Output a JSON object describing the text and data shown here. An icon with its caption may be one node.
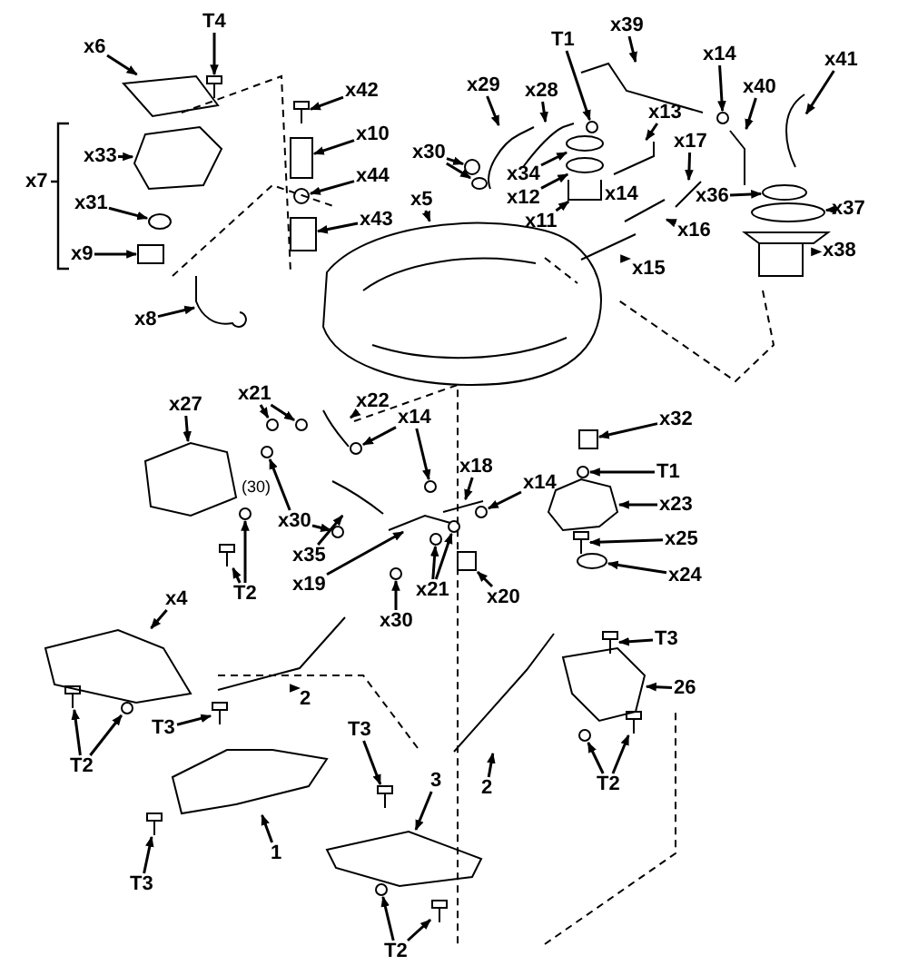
{
  "diagram": {
    "nodes": [
      {
        "text": [
          "T4"
        ]
      },
      {
        "text": [
          "x6"
        ]
      },
      {
        "text": [
          "x33"
        ]
      },
      {
        "text": [
          "x31"
        ]
      },
      {
        "text": [
          "x9"
        ]
      },
      {
        "text": [
          "x8"
        ]
      },
      {
        "text": [
          "x42"
        ]
      },
      {
        "text": [
          "x10"
        ]
      },
      {
        "text": [
          "x44"
        ]
      },
      {
        "text": [
          "x43"
        ]
      },
      {
        "text": [
          "x30"
        ]
      },
      {
        "text": [
          "x5"
        ]
      },
      {
        "text": [
          "x29"
        ]
      },
      {
        "text": [
          "x28"
        ]
      },
      {
        "text": [
          "T1"
        ]
      },
      {
        "text": [
          "x13"
        ]
      },
      {
        "text": [
          "x39"
        ]
      },
      {
        "text": [
          "x14"
        ]
      },
      {
        "text": [
          "x40"
        ]
      },
      {
        "text": [
          "x41"
        ]
      },
      {
        "text": [
          "x17"
        ]
      },
      {
        "text": [
          "x34"
        ]
      },
      {
        "text": [
          "x12"
        ]
      },
      {
        "text": [
          "x11"
        ]
      },
      {
        "text": [
          "x36"
        ]
      },
      {
        "text": [
          "x37"
        ]
      },
      {
        "text": [
          "x16"
        ]
      },
      {
        "text": [
          "x38"
        ]
      },
      {
        "text": [
          "x15"
        ]
      },
      {
        "text": [
          "x21"
        ]
      },
      {
        "text": [
          "x22"
        ]
      },
      {
        "text": [
          "x27"
        ]
      },
      {
        "text": [
          "x14"
        ]
      },
      {
        "text": [
          "x32"
        ]
      },
      {
        "text": [
          "x30"
        ]
      },
      {
        "text": [
          "x18"
        ]
      },
      {
        "text": [
          "T1"
        ]
      },
      {
        "text": [
          "x14"
        ]
      },
      {
        "text": [
          "x23"
        ]
      },
      {
        "text": [
          "x35"
        ]
      },
      {
        "text": [
          "x25"
        ]
      },
      {
        "text": [
          "T2"
        ]
      },
      {
        "text": [
          "x19"
        ]
      },
      {
        "text": [
          "x21"
        ]
      },
      {
        "text": [
          "x20"
        ]
      },
      {
        "text": [
          "x24"
        ]
      },
      {
        "text": [
          "x30"
        ]
      },
      {
        "text": [
          "x4"
        ]
      },
      {
        "text": [
          "T3"
        ]
      },
      {
        "text": [
          "26"
        ]
      },
      {
        "text": [
          "2"
        ]
      },
      {
        "text": [
          "T2"
        ]
      },
      {
        "text": [
          "T3"
        ]
      },
      {
        "text": [
          "T3"
        ]
      },
      {
        "text": [
          "T2"
        ]
      },
      {
        "text": [
          "2"
        ]
      },
      {
        "text": [
          "3"
        ]
      },
      {
        "text": [
          "1"
        ]
      },
      {
        "text": [
          "T3"
        ]
      },
      {
        "text": [
          "T2"
        ]
      },
      {
        "text": [],
        "shape": "picture"
      },
      {
        "text": [],
        "shape": "picture"
      },
      {
        "text": [],
        "shape": "picture"
      },
      {
        "text": [],
        "shape": "circle"
      },
      {
        "text": [],
        "shape": "box"
      },
      {
        "text": [],
        "shape": "picture"
      },
      {
        "text": [],
        "shape": "picture"
      },
      {
        "text": [],
        "shape": "box"
      },
      {
        "text": [],
        "shape": "circle"
      },
      {
        "text": [],
        "shape": "box"
      },
      {
        "text": [],
        "shape": "circle"
      },
      {
        "text": [],
        "shape": "circle"
      },
      {
        "text": [],
        "shape": "picture"
      },
      {
        "text": [],
        "shape": "picture"
      },
      {
        "text": [],
        "shape": "picture"
      },
      {
        "text": [],
        "shape": "circle"
      },
      {
        "text": [],
        "shape": "picture"
      },
      {
        "text": [],
        "shape": "picture"
      },
      {
        "text": [],
        "shape": "circle"
      },
      {
        "text": [],
        "shape": "picture"
      },
      {
        "text": [],
        "shape": "picture"
      },
      {
        "text": [],
        "shape": "picture"
      },
      {
        "text": [],
        "shape": "circle"
      },
      {
        "text": [],
        "shape": "circle"
      },
      {
        "text": [],
        "shape": "picture"
      },
      {
        "text": [],
        "shape": "circle"
      },
      {
        "text": [],
        "shape": "circle"
      },
      {
        "text": [],
        "shape": "picture"
      },
      {
        "text": [],
        "shape": "picture"
      },
      {
        "text": [],
        "shape": "picture"
      },
      {
        "text": [],
        "shape": "circle"
      },
      {
        "text": [],
        "shape": "circle"
      },
      {
        "text": [],
        "shape": "picture"
      },
      {
        "text": [],
        "shape": "picture"
      },
      {
        "text": [],
        "shape": "circle"
      },
      {
        "text": [],
        "shape": "circle"
      },
      {
        "text": [],
        "shape": "box"
      },
      {
        "text": [],
        "shape": "circle"
      },
      {
        "text": [],
        "shape": "circle"
      },
      {
        "text": [],
        "shape": "picture"
      },
      {
        "text": [],
        "shape": "circle"
      },
      {
        "text": [],
        "shape": "circle"
      },
      {
        "text": [],
        "shape": "picture"
      },
      {
        "text": [],
        "shape": "picture"
      },
      {
        "text": [],
        "shape": "picture"
      },
      {
        "text": [],
        "shape": "circle"
      },
      {
        "text": [],
        "shape": "picture"
      },
      {
        "text": [],
        "shape": "picture"
      },
      {
        "text": [],
        "shape": "circle"
      },
      {
        "text": [],
        "shape": "circle"
      },
      {
        "text": [],
        "shape": "box"
      },
      {
        "text": [],
        "shape": "circle"
      },
      {
        "text": [],
        "shape": "circle"
      },
      {
        "text": [],
        "shape": "picture"
      },
      {
        "text": [],
        "shape": "picture"
      },
      {
        "text": [],
        "shape": "picture"
      },
      {
        "text": [],
        "shape": "picture"
      },
      {
        "text": [],
        "shape": "picture"
      },
      {
        "text": [],
        "shape": "circle"
      },
      {
        "text": [],
        "shape": "picture"
      },
      {
        "text": [],
        "shape": "picture"
      },
      {
        "text": [],
        "shape": "circle"
      },
      {
        "text": [],
        "shape": "picture"
      },
      {
        "text": [],
        "shape": "picture"
      },
      {
        "text": [],
        "shape": "picture"
      },
      {
        "text": [],
        "shape": "picture"
      },
      {
        "text": [],
        "shape": "picture"
      },
      {
        "text": [],
        "shape": "circle"
      },
      {
        "text": [],
        "shape": "picture"
      }
    ],
    "edges": [
      {
        "from": 0,
        "to": 60,
        "arrow": "to"
      },
      {
        "from": 1,
        "to": 61,
        "arrow": "to"
      },
      {
        "from": 2,
        "to": 62,
        "arrow": "to"
      },
      {
        "from": 3,
        "to": 63,
        "arrow": "to"
      },
      {
        "from": 4,
        "to": 64,
        "arrow": "to"
      },
      {
        "from": 5,
        "to": 65,
        "arrow": "to"
      },
      {
        "from": 6,
        "to": 66,
        "arrow": "to"
      },
      {
        "from": 7,
        "to": 67,
        "arrow": "to"
      },
      {
        "from": 8,
        "to": 68,
        "arrow": "to"
      },
      {
        "from": 9,
        "to": 69,
        "arrow": "to"
      },
      {
        "from": 10,
        "to": 70,
        "arrow": "to"
      },
      {
        "from": 10,
        "to": 71,
        "arrow": "to"
      },
      {
        "from": 11,
        "to": 72,
        "arrow": "to"
      },
      {
        "from": 12,
        "to": 73,
        "arrow": "to"
      },
      {
        "from": 13,
        "to": 74,
        "arrow": "to"
      },
      {
        "from": 14,
        "to": 75,
        "arrow": "to"
      },
      {
        "from": 15,
        "to": 76,
        "arrow": "to"
      },
      {
        "from": 16,
        "to": 77,
        "arrow": "to"
      },
      {
        "from": 17,
        "to": 78,
        "arrow": "to"
      },
      {
        "from": 18,
        "to": 79,
        "arrow": "to"
      },
      {
        "from": 19,
        "to": 80,
        "arrow": "to"
      },
      {
        "from": 20,
        "to": 81,
        "arrow": "to"
      },
      {
        "from": 21,
        "to": 82,
        "arrow": "to"
      },
      {
        "from": 22,
        "to": 83,
        "arrow": "to"
      },
      {
        "from": 23,
        "to": 84,
        "arrow": "to"
      },
      {
        "from": 24,
        "to": 85,
        "arrow": "to"
      },
      {
        "from": 25,
        "to": 86,
        "arrow": "to"
      },
      {
        "from": 26,
        "to": 87,
        "arrow": "to"
      },
      {
        "from": 27,
        "to": 88,
        "arrow": "to"
      },
      {
        "from": 28,
        "to": 89,
        "arrow": "to"
      },
      {
        "from": 29,
        "to": 90,
        "arrow": "to"
      },
      {
        "from": 29,
        "to": 91,
        "arrow": "to"
      },
      {
        "from": 30,
        "to": 92,
        "arrow": "to"
      },
      {
        "from": 31,
        "to": 93,
        "arrow": "to"
      },
      {
        "from": 32,
        "to": 94,
        "arrow": "to"
      },
      {
        "from": 32,
        "to": 95,
        "arrow": "to"
      },
      {
        "from": 33,
        "to": 96,
        "arrow": "to"
      },
      {
        "from": 34,
        "to": 97,
        "arrow": "to"
      },
      {
        "from": 34,
        "to": 98,
        "arrow": "to"
      },
      {
        "from": 35,
        "to": 99,
        "arrow": "to"
      },
      {
        "from": 36,
        "to": 100,
        "arrow": "to"
      },
      {
        "from": 37,
        "to": 101,
        "arrow": "to"
      },
      {
        "from": 38,
        "to": 102,
        "arrow": "to"
      },
      {
        "from": 39,
        "to": 103,
        "arrow": "to"
      },
      {
        "from": 40,
        "to": 104,
        "arrow": "to"
      },
      {
        "from": 41,
        "to": 105,
        "arrow": "to"
      },
      {
        "from": 41,
        "to": 106,
        "arrow": "to"
      },
      {
        "from": 42,
        "to": 107,
        "arrow": "to"
      },
      {
        "from": 43,
        "to": 108,
        "arrow": "to"
      },
      {
        "from": 43,
        "to": 109,
        "arrow": "to"
      },
      {
        "from": 44,
        "to": 110,
        "arrow": "to"
      },
      {
        "from": 45,
        "to": 111,
        "arrow": "to"
      },
      {
        "from": 46,
        "to": 112,
        "arrow": "to"
      },
      {
        "from": 47,
        "to": 113,
        "arrow": "to"
      },
      {
        "from": 48,
        "to": 114,
        "arrow": "to"
      },
      {
        "from": 49,
        "to": 115,
        "arrow": "to"
      },
      {
        "from": 50,
        "to": 116,
        "arrow": "to"
      },
      {
        "from": 51,
        "to": 117,
        "arrow": "to"
      },
      {
        "from": 51,
        "to": 118,
        "arrow": "to"
      },
      {
        "from": 52,
        "to": 119,
        "arrow": "to"
      },
      {
        "from": 53,
        "to": 120,
        "arrow": "to"
      },
      {
        "from": 54,
        "to": 121,
        "arrow": "to"
      },
      {
        "from": 54,
        "to": 122,
        "arrow": "to"
      },
      {
        "from": 55,
        "to": 123,
        "arrow": "to"
      },
      {
        "from": 56,
        "to": 124,
        "arrow": "to"
      },
      {
        "from": 57,
        "to": 125,
        "arrow": "to"
      },
      {
        "from": 58,
        "to": 126,
        "arrow": "to"
      },
      {
        "from": 59,
        "to": 127,
        "arrow": "to"
      },
      {
        "from": 59,
        "to": 128,
        "arrow": "to"
      }
    ],
    "labels": [
      "x7",
      "x14",
      "(30)"
    ]
  }
}
